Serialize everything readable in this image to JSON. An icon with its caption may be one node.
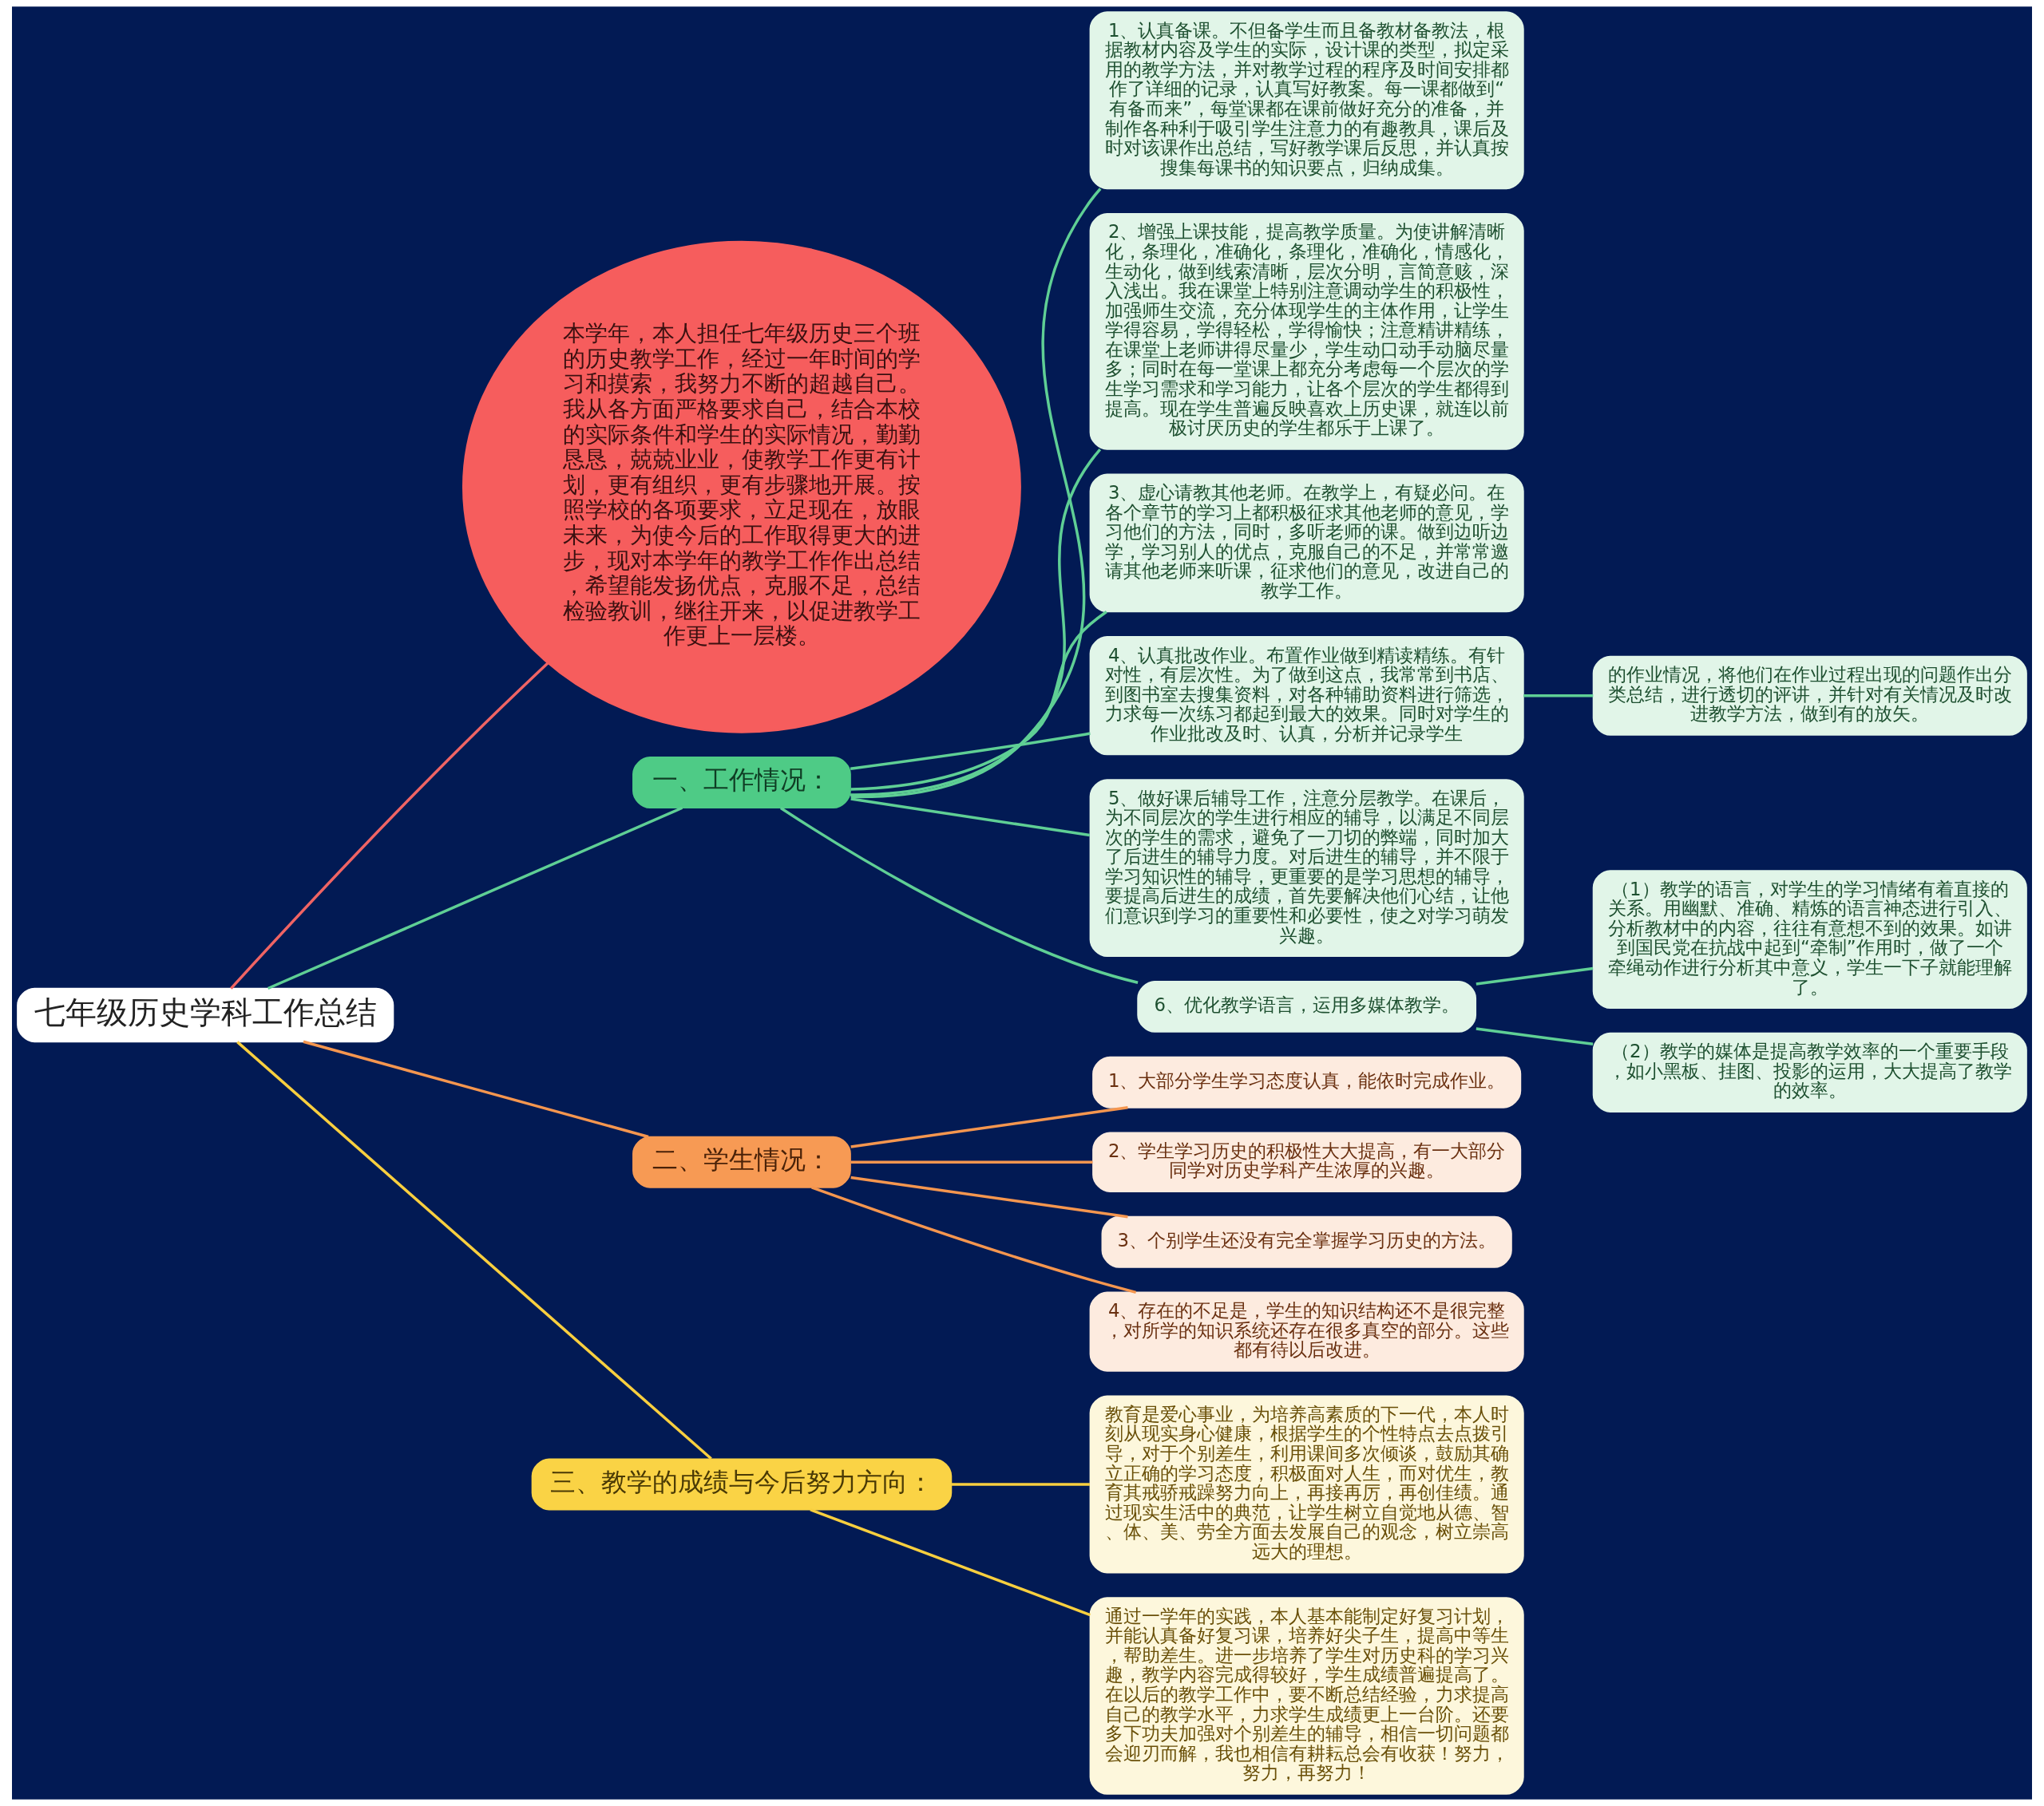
{
  "diagram": {
    "nodes": [
      {
        "text": [
          "七年级历史学科工作总结"
        ]
      },
      {
        "text": [
          "本学年，本人担任七年级历史三个班的历史教学工作，经过一年时间的学习和摸索，我努力不断的超越自己。我从各方面严格要求自己，结合本校的实际条件和学生的实际情况，勤勤恳恳，兢兢业业，使教学工作更有计划，更有组织，更有步骤地开展。按照学校的各项要求，立足现在，放眼未来，为使今后的工作取得更大的进步，现对本学年的教学工作作出总结，希望能发扬优点，克服不足，总结检验教训，继往开来，以促进教学工作更上一层楼。"
        ]
      },
      {
        "text": [
          "一、工作情况："
        ]
      },
      {
        "text": [
          "1、认真备课。不但备学生而且备教材备教法，根据教材内容及学生的实际，设计课的类型，拟定采用的教学方法，并对教学过程的程序及时间安排都作了详细的记录，认真写好教案。每一课都做到“有备而来”，每堂课都在课前做好充分的准备，并制作各种利于吸引学生注意力的有趣教具，课后及时对该课作出总结，写好教学课后反思，并认真按搜集每课书的知识要点，归纳成集。"
        ]
      },
      {
        "text": [
          "2、增强上课技能，提高教学质量。为使讲解清晰化，条理化，准确化，条理化，准确化，情感化，生动化，做到线索清晰，层次分明，言简意赅，深入浅出。我在课堂上特别注意调动学生的积极性，加强师生交流，充分体现学生的主体作用，让学生学得容易，学得轻松，学得愉快；注意精讲精练，在课堂上老师讲得尽量少，学生动口动手动脑尽量多；同时在每一堂课上都充分考虑每一个层次的学生学习需求和学习能力，让各个层次的学生都得到提高。现在学生普遍反映喜欢上历史课，就连以前极讨厌历史的学生都乐于上课了。"
        ]
      },
      {
        "text": [
          "3、虚心请教其他老师。在教学上，有疑必问。在各个章节的学习上都积极征求其他老师的意见，学习他们的方法，同时，多听老师的课。做到边听边学，学习别人的优点，克服自己的不足，并常常邀请其他老师来听课，征求他们的意见，改进自己的教学工作。"
        ]
      },
      {
        "text": [
          "4、认真批改作业。布置作业做到精读精练。有针对性，有层次性。为了做到这点，我常常到书店、到图书室去搜集资料，对各种辅助资料进行筛选，力求每一次练习都起到最大的效果。同时对学生的作业批改及时、认真，分析并记录学生"
        ]
      },
      {
        "text": [
          "5、做好课后辅导工作，注意分层教学。在课后，为不同层次的学生进行相应的辅导，以满足不同层次的学生的需求，避免了一刀切的弊端，同时加大了后进生的辅导力度。对后进生的辅导，并不限于学习知识性的辅导，更重要的是学习思想的辅导，要提高后进生的成绩，首先要解决他们心结，让他们意识到学习的重要性和必要性，使之对学习萌发兴趣。"
        ]
      },
      {
        "text": [
          "的作业情况，将他们在作业过程出现的问题作出分类总结，进行透切的评讲，并针对有关情况及时改进教学方法，做到有的放矢。"
        ]
      },
      {
        "text": [
          "6、优化教学语言，运用多媒体教学。"
        ]
      },
      {
        "text": [
          "（1）教学的语言，对学生的学习情绪有着直接的关系。用幽默、准确、精炼的语言神态进行引入、分析教材中的内容，往往有意想不到的效果。如讲到国民党在抗战中起到“牵制”作用时，做了一个牵绳动作进行分析其中意义，学生一下子就能理解了。"
        ]
      },
      {
        "text": [
          "（2）教学的媒体是提高教学效率的一个重要手段，如小黑板、挂图、投影的运用，大大提高了教学的效率。"
        ]
      },
      {
        "text": [
          "二、学生情况："
        ]
      },
      {
        "text": [
          "1、大部分学生学习态度认真，能依时完成作业。"
        ]
      },
      {
        "text": [
          "2、学生学习历史的积极性大大提高，有一大部分同学对历史学科产生浓厚的兴趣。"
        ]
      },
      {
        "text": [
          "3、个别学生还没有完全掌握学习历史的方法。"
        ]
      },
      {
        "text": [
          "4、存在的不足是，学生的知识结构还不是很完整，对所学的知识系统还存在很多真空的部分。这些都有待以后改进。"
        ]
      },
      {
        "text": [
          "三、教学的成绩与今后努力方向："
        ]
      },
      {
        "text": [
          "教育是爱心事业，为培养高素质的下一代，本人时刻从现实身心健康，根据学生的个性特点去点拨引导，对于个别差生，利用课间多次倾谈，鼓励其确立正确的学习态度，积极面对人生，而对优生，教育其戒骄戒躁努力向上，再接再厉，再创佳绩。通过现实生活中的典范，让学生树立自觉地从德、智、体、美、劳全方面去发展自己的观念，树立崇高远大的理想。"
        ]
      },
      {
        "text": [
          "通过一学年的实践，本人基本能制定好复习计划，并能认真备好复习课，培养好尖子生，提高中等生，帮助差生。进一步培养了学生对历史科的学习兴趣，教学内容完成得较好，学生成绩普遍提高了。在以后的教学工作中，要不断总结经验，力求提高自己的教学水平，力求学生成绩更上一台阶。还要多下功夫加强对个别差生的辅导，相信一切问题都会迎刃而解，我也相信有耕耘总会有收获！努力，努力，再努力！"
        ]
      }
    ],
    "edges": [
      {
        "from": 0,
        "to": 1,
        "arrow": "none",
        "color": "#f06464"
      },
      {
        "from": 0,
        "to": 2,
        "arrow": "none"
      },
      {
        "from": 2,
        "to": 3,
        "arrow": "none"
      },
      {
        "from": 2,
        "to": 4,
        "arrow": "none"
      },
      {
        "from": 2,
        "to": 5,
        "arrow": "none"
      },
      {
        "from": 2,
        "to": 6,
        "arrow": "none"
      },
      {
        "from": 6,
        "to": 8,
        "arrow": "none"
      },
      {
        "from": 2,
        "to": 7,
        "arrow": "none"
      },
      {
        "from": 2,
        "to": 9,
        "arrow": "none"
      },
      {
        "from": 9,
        "to": 10,
        "arrow": "none"
      },
      {
        "from": 9,
        "to": 11,
        "arrow": "none"
      },
      {
        "from": 0,
        "to": 12,
        "arrow": "none",
        "color": "#f5964f"
      },
      {
        "from": 12,
        "to": 13,
        "arrow": "none",
        "color": "#f5964f"
      },
      {
        "from": 12,
        "to": 14,
        "arrow": "none",
        "color": "#f5964f"
      },
      {
        "from": 12,
        "to": 15,
        "arrow": "none",
        "color": "#f5964f"
      },
      {
        "from": 12,
        "to": 16,
        "arrow": "none",
        "color": "#f5964f"
      },
      {
        "from": 0,
        "to": 17,
        "arrow": "none",
        "color": "#f8cf3f"
      },
      {
        "from": 17,
        "to": 18,
        "arrow": "none",
        "color": "#f8cf3f"
      },
      {
        "from": 17,
        "to": 19,
        "arrow": "none",
        "color": "#f8cf3f"
      }
    ]
  }
}
